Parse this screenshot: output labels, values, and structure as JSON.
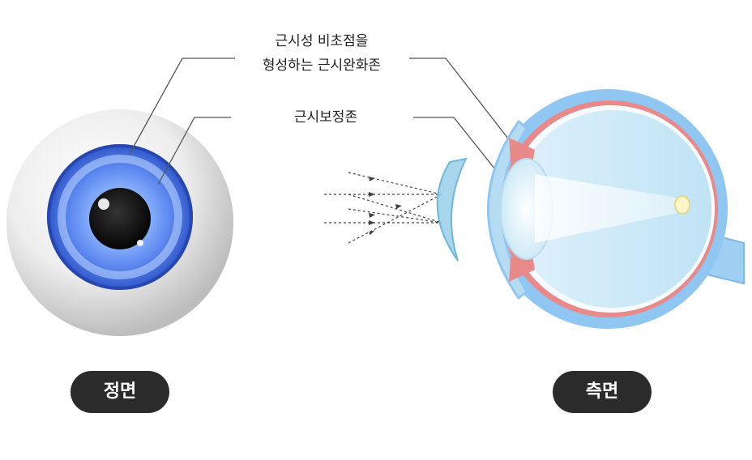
{
  "callouts": {
    "zone_line1": "근시성 비초점을",
    "zone_line2": "형성하는 근시완화존",
    "correction": "근시보정존"
  },
  "labels": {
    "front": "정면",
    "side": "측면"
  },
  "colors": {
    "iris_outer": "#3f6fe0",
    "iris_inner": "#9fc2ff",
    "sclera": "#e6e6e6",
    "eye_shell": "#8fc6f2",
    "retina_pink": "#e88a8a",
    "pill_bg": "#2b2b2b"
  },
  "icons": [
    "front-eyeball-icon",
    "side-eye-cross-section-icon",
    "contact-lens-icon",
    "light-ray-arrows-icon"
  ]
}
